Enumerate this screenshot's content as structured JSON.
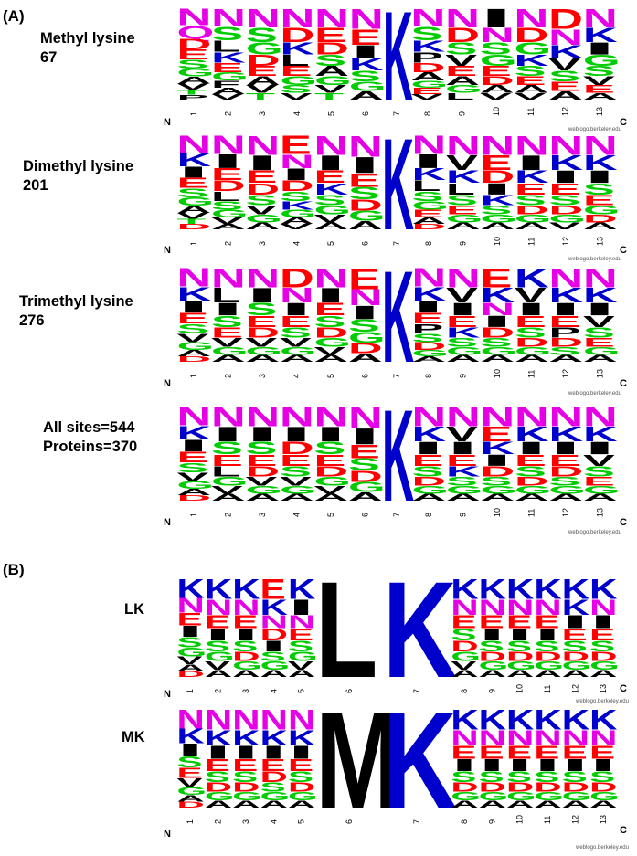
{
  "panel_a_label": "(A)",
  "panel_b_label": "(B)",
  "credit": "weblogo.berkeley.edu",
  "n_terminus": "N",
  "c_terminus": "C",
  "positions": [
    "1",
    "2",
    "3",
    "4",
    "5",
    "6",
    "7",
    "8",
    "9",
    "10",
    "11",
    "12",
    "13"
  ],
  "colors": {
    "N": "#e600e6",
    "Q": "#e600e6",
    "K": "#0000cc",
    "R": "#0000cc",
    "H": "#0000cc",
    "D": "#ff0000",
    "E": "#ff0000",
    "S": "#00cc00",
    "T": "#00cc00",
    "G": "#00cc00",
    "Y": "#00cc00",
    "C": "#00cc00",
    "A": "#000000",
    "V": "#000000",
    "L": "#000000",
    "I": "#000000",
    "P": "#000000",
    "F": "#000000",
    "M": "#000000",
    "W": "#000000"
  },
  "logos": [
    {
      "id": "methyl",
      "label": "Methyl lysine\n67",
      "columns": [
        [
          "N",
          "Q",
          "D",
          "E",
          "S",
          "G",
          "A",
          "V",
          "T",
          "P"
        ],
        [
          "N",
          "S",
          "L",
          "K",
          "E",
          "G",
          "F",
          "A",
          "V"
        ],
        [
          "N",
          "S",
          "G",
          "D",
          "E",
          "A",
          "V",
          "T"
        ],
        [
          "N",
          "D",
          "K",
          "L",
          "E",
          "G",
          "S",
          "V"
        ],
        [
          "N",
          "E",
          "D",
          "S",
          "A",
          "G",
          "V",
          "T"
        ],
        [
          "N",
          "E",
          "I",
          "K",
          "S",
          "G",
          "A"
        ],
        [
          "K"
        ],
        [
          "N",
          "S",
          "K",
          "P",
          "D",
          "A",
          "G",
          "E",
          "V"
        ],
        [
          "N",
          "D",
          "S",
          "V",
          "E",
          "A",
          "G",
          "L"
        ],
        [
          "I",
          "N",
          "S",
          "G",
          "E",
          "D",
          "A",
          "V"
        ],
        [
          "N",
          "D",
          "G",
          "K",
          "S",
          "E",
          "A",
          "V"
        ],
        [
          "D",
          "N",
          "K",
          "V",
          "S",
          "E",
          "A"
        ],
        [
          "N",
          "K",
          "I",
          "G",
          "S",
          "V",
          "E",
          "A"
        ]
      ]
    },
    {
      "id": "dimethyl",
      "label": "Dimethyl lysine\n201",
      "columns": [
        [
          "N",
          "K",
          "I",
          "E",
          "S",
          "G",
          "A",
          "V",
          "T",
          "D"
        ],
        [
          "N",
          "I",
          "E",
          "D",
          "L",
          "S",
          "G",
          "V",
          "A"
        ],
        [
          "N",
          "I",
          "E",
          "D",
          "S",
          "V",
          "G",
          "A"
        ],
        [
          "E",
          "N",
          "I",
          "D",
          "S",
          "K",
          "G",
          "A",
          "V"
        ],
        [
          "N",
          "I",
          "E",
          "K",
          "S",
          "G",
          "V",
          "A"
        ],
        [
          "N",
          "I",
          "E",
          "S",
          "D",
          "G",
          "A"
        ],
        [
          "K"
        ],
        [
          "N",
          "I",
          "K",
          "L",
          "S",
          "G",
          "E",
          "A",
          "D"
        ],
        [
          "N",
          "V",
          "K",
          "L",
          "S",
          "E",
          "G",
          "A"
        ],
        [
          "N",
          "E",
          "D",
          "I",
          "K",
          "S",
          "G",
          "A"
        ],
        [
          "N",
          "I",
          "K",
          "E",
          "S",
          "D",
          "G",
          "A"
        ],
        [
          "N",
          "K",
          "I",
          "E",
          "S",
          "D",
          "G",
          "V"
        ],
        [
          "N",
          "K",
          "I",
          "S",
          "E",
          "G",
          "D",
          "A"
        ]
      ]
    },
    {
      "id": "trimethyl",
      "label": "Trimethyl lysine\n276",
      "columns": [
        [
          "N",
          "K",
          "I",
          "E",
          "S",
          "V",
          "G",
          "A",
          "D"
        ],
        [
          "N",
          "L",
          "I",
          "S",
          "E",
          "V",
          "G",
          "A"
        ],
        [
          "N",
          "I",
          "S",
          "E",
          "D",
          "V",
          "G",
          "A"
        ],
        [
          "D",
          "N",
          "I",
          "E",
          "S",
          "V",
          "G",
          "A"
        ],
        [
          "N",
          "I",
          "E",
          "S",
          "D",
          "G",
          "V",
          "A"
        ],
        [
          "E",
          "N",
          "I",
          "S",
          "G",
          "D",
          "A"
        ],
        [
          "K"
        ],
        [
          "N",
          "K",
          "I",
          "E",
          "P",
          "S",
          "D",
          "G",
          "A"
        ],
        [
          "N",
          "V",
          "I",
          "E",
          "K",
          "S",
          "G",
          "A"
        ],
        [
          "E",
          "K",
          "N",
          "I",
          "D",
          "S",
          "G",
          "A"
        ],
        [
          "K",
          "V",
          "I",
          "E",
          "S",
          "D",
          "G",
          "A"
        ],
        [
          "N",
          "K",
          "I",
          "E",
          "P",
          "D",
          "S",
          "A"
        ],
        [
          "N",
          "K",
          "I",
          "V",
          "S",
          "E",
          "G",
          "A"
        ]
      ]
    },
    {
      "id": "all",
      "label": "All sites=544\nProteins=370",
      "columns": [
        [
          "N",
          "K",
          "I",
          "E",
          "S",
          "V",
          "G",
          "A",
          "D"
        ],
        [
          "N",
          "I",
          "S",
          "E",
          "L",
          "G",
          "V",
          "A"
        ],
        [
          "N",
          "I",
          "S",
          "E",
          "D",
          "V",
          "G",
          "A"
        ],
        [
          "N",
          "I",
          "D",
          "E",
          "S",
          "V",
          "G",
          "A"
        ],
        [
          "N",
          "I",
          "S",
          "E",
          "D",
          "G",
          "V",
          "A"
        ],
        [
          "N",
          "I",
          "E",
          "S",
          "D",
          "G",
          "A"
        ],
        [
          "K"
        ],
        [
          "N",
          "K",
          "I",
          "E",
          "S",
          "D",
          "G",
          "A"
        ],
        [
          "N",
          "V",
          "I",
          "E",
          "K",
          "S",
          "G",
          "A"
        ],
        [
          "N",
          "E",
          "K",
          "I",
          "D",
          "S",
          "G",
          "A"
        ],
        [
          "N",
          "K",
          "I",
          "E",
          "S",
          "D",
          "G",
          "A"
        ],
        [
          "N",
          "K",
          "I",
          "E",
          "D",
          "S",
          "G",
          "A"
        ],
        [
          "N",
          "K",
          "I",
          "V",
          "S",
          "E",
          "G",
          "A"
        ]
      ]
    },
    {
      "id": "lk",
      "label": "LK",
      "columns": [
        [
          "K",
          "N",
          "E",
          "I",
          "S",
          "G",
          "V",
          "A",
          "D"
        ],
        [
          "K",
          "N",
          "E",
          "I",
          "S",
          "G",
          "V",
          "A"
        ],
        [
          "K",
          "N",
          "E",
          "I",
          "S",
          "D",
          "G",
          "A"
        ],
        [
          "E",
          "K",
          "N",
          "D",
          "I",
          "S",
          "G",
          "A"
        ],
        [
          "K",
          "I",
          "N",
          "E",
          "S",
          "G",
          "V",
          "A"
        ],
        [
          "L"
        ],
        [
          "K"
        ],
        [
          "K",
          "N",
          "E",
          "S",
          "D",
          "G",
          "V",
          "A"
        ],
        [
          "K",
          "N",
          "E",
          "I",
          "S",
          "D",
          "G",
          "A"
        ],
        [
          "K",
          "N",
          "E",
          "I",
          "S",
          "D",
          "G",
          "A"
        ],
        [
          "K",
          "N",
          "E",
          "I",
          "S",
          "D",
          "G",
          "A"
        ],
        [
          "K",
          "K",
          "I",
          "E",
          "S",
          "D",
          "G",
          "A"
        ],
        [
          "K",
          "N",
          "I",
          "E",
          "S",
          "D",
          "G",
          "A"
        ]
      ]
    },
    {
      "id": "mk",
      "label": "MK",
      "columns": [
        [
          "N",
          "K",
          "I",
          "S",
          "E",
          "V",
          "G",
          "A",
          "D"
        ],
        [
          "N",
          "K",
          "I",
          "E",
          "S",
          "D",
          "G",
          "A"
        ],
        [
          "N",
          "K",
          "I",
          "E",
          "S",
          "D",
          "G",
          "A"
        ],
        [
          "N",
          "K",
          "I",
          "E",
          "D",
          "S",
          "G",
          "A"
        ],
        [
          "N",
          "K",
          "I",
          "E",
          "S",
          "D",
          "G",
          "A"
        ],
        [
          "M"
        ],
        [
          "K"
        ],
        [
          "K",
          "N",
          "E",
          "I",
          "S",
          "D",
          "G",
          "A"
        ],
        [
          "K",
          "N",
          "E",
          "I",
          "S",
          "D",
          "G",
          "A"
        ],
        [
          "K",
          "N",
          "E",
          "I",
          "S",
          "D",
          "G",
          "A"
        ],
        [
          "K",
          "N",
          "E",
          "I",
          "S",
          "D",
          "G",
          "A"
        ],
        [
          "K",
          "N",
          "E",
          "I",
          "S",
          "D",
          "G",
          "A"
        ],
        [
          "K",
          "N",
          "E",
          "I",
          "S",
          "D",
          "G",
          "A"
        ]
      ]
    }
  ]
}
